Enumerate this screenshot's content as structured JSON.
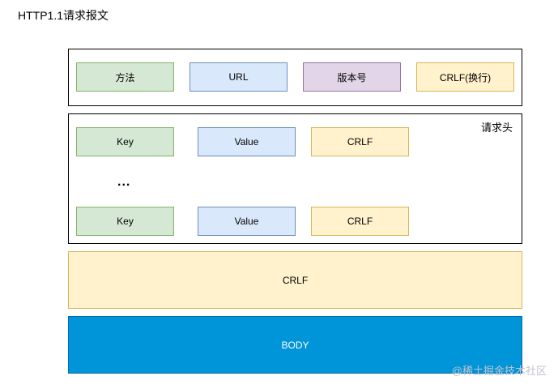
{
  "title": "HTTP1.1请求报文",
  "request_line": {
    "method": "方法",
    "url": "URL",
    "version": "版本号",
    "crlf": "CRLF(换行)"
  },
  "headers": {
    "label": "请求头",
    "rows": [
      {
        "key": "Key",
        "value": "Value",
        "crlf": "CRLF"
      },
      {
        "key": "Key",
        "value": "Value",
        "crlf": "CRLF"
      }
    ],
    "ellipsis": "..."
  },
  "blank_line": "CRLF",
  "body": "BODY",
  "colors": {
    "green_fill": "#d5e8d4",
    "blue_fill": "#dae8fc",
    "purple_fill": "#e1d5e7",
    "yellow_fill": "#fff2cc",
    "body_fill": "#0095d9"
  },
  "watermark": "@稀土掘金技术社区"
}
